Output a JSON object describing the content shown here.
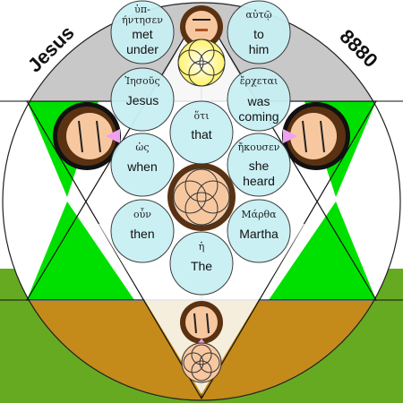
{
  "corner_left": "Jesus",
  "corner_right": "8880",
  "bubbles": [
    {
      "greek": "ὑπ-",
      "greek2": "ήντησεν",
      "english": "met",
      "english2": "under"
    },
    {
      "greek": "αὐτῷ",
      "english": "to",
      "english2": "him"
    },
    {
      "greek": "Ἰησοῦς",
      "english": "Jesus"
    },
    {
      "greek": "ἔρχεται",
      "english": "was",
      "english2": "coming"
    },
    {
      "greek": "ὅτι",
      "english": "that"
    },
    {
      "greek": "ὡς",
      "english": "when"
    },
    {
      "greek": "ἤκουσεν",
      "english": "she",
      "english2": "heard"
    },
    {
      "greek": "οὖν",
      "english": "then"
    },
    {
      "greek": "Μάρθα",
      "english": "Martha"
    },
    {
      "greek": "ἡ",
      "english": "The"
    }
  ],
  "colors": {
    "grey": "#c8c8c8",
    "green": "#00e000",
    "olive": "#66aa22",
    "brown": "#c48a1a",
    "bubble": "#c8f0f4",
    "skin": "#f7c8a0",
    "hair": "#5a3212",
    "yellow": "#fff36a",
    "pink": "#f0a0f0"
  },
  "icons": [
    "face-icon",
    "flower-icon"
  ]
}
